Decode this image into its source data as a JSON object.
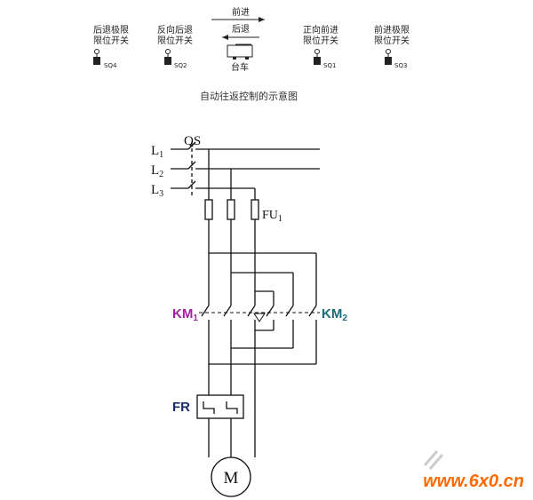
{
  "top": {
    "sq4_label_line1": "后退极限",
    "sq4_label_line2": "限位开关",
    "sq4_tag": "SQ4",
    "sq2_label_line1": "反向后退",
    "sq2_label_line2": "限位开关",
    "sq2_tag": "SQ2",
    "forward_text": "前进",
    "backward_text": "后退",
    "cart_text": "台车",
    "sq1_label_line1": "正向前进",
    "sq1_label_line2": "限位开关",
    "sq1_tag": "SQ1",
    "sq3_label_line1": "前进极限",
    "sq3_label_line2": "限位开关",
    "sq3_tag": "SQ3",
    "caption": "自动往返控制的示意图"
  },
  "circuit": {
    "qs": "QS",
    "l1": "L",
    "l1_sub": "1",
    "l2": "L",
    "l2_sub": "2",
    "l3": "L",
    "l3_sub": "3",
    "fu": "FU",
    "fu_sub": "1",
    "km1": "KM",
    "km1_sub": "1",
    "km2": "KM",
    "km2_sub": "2",
    "fr": "FR",
    "motor": "M"
  },
  "watermark": "www.6x0.cn",
  "colors": {
    "km1": "#a020a0",
    "km2": "#1a6a7a",
    "fr": "#1a2a6a",
    "watermark": "#ff6a00"
  }
}
